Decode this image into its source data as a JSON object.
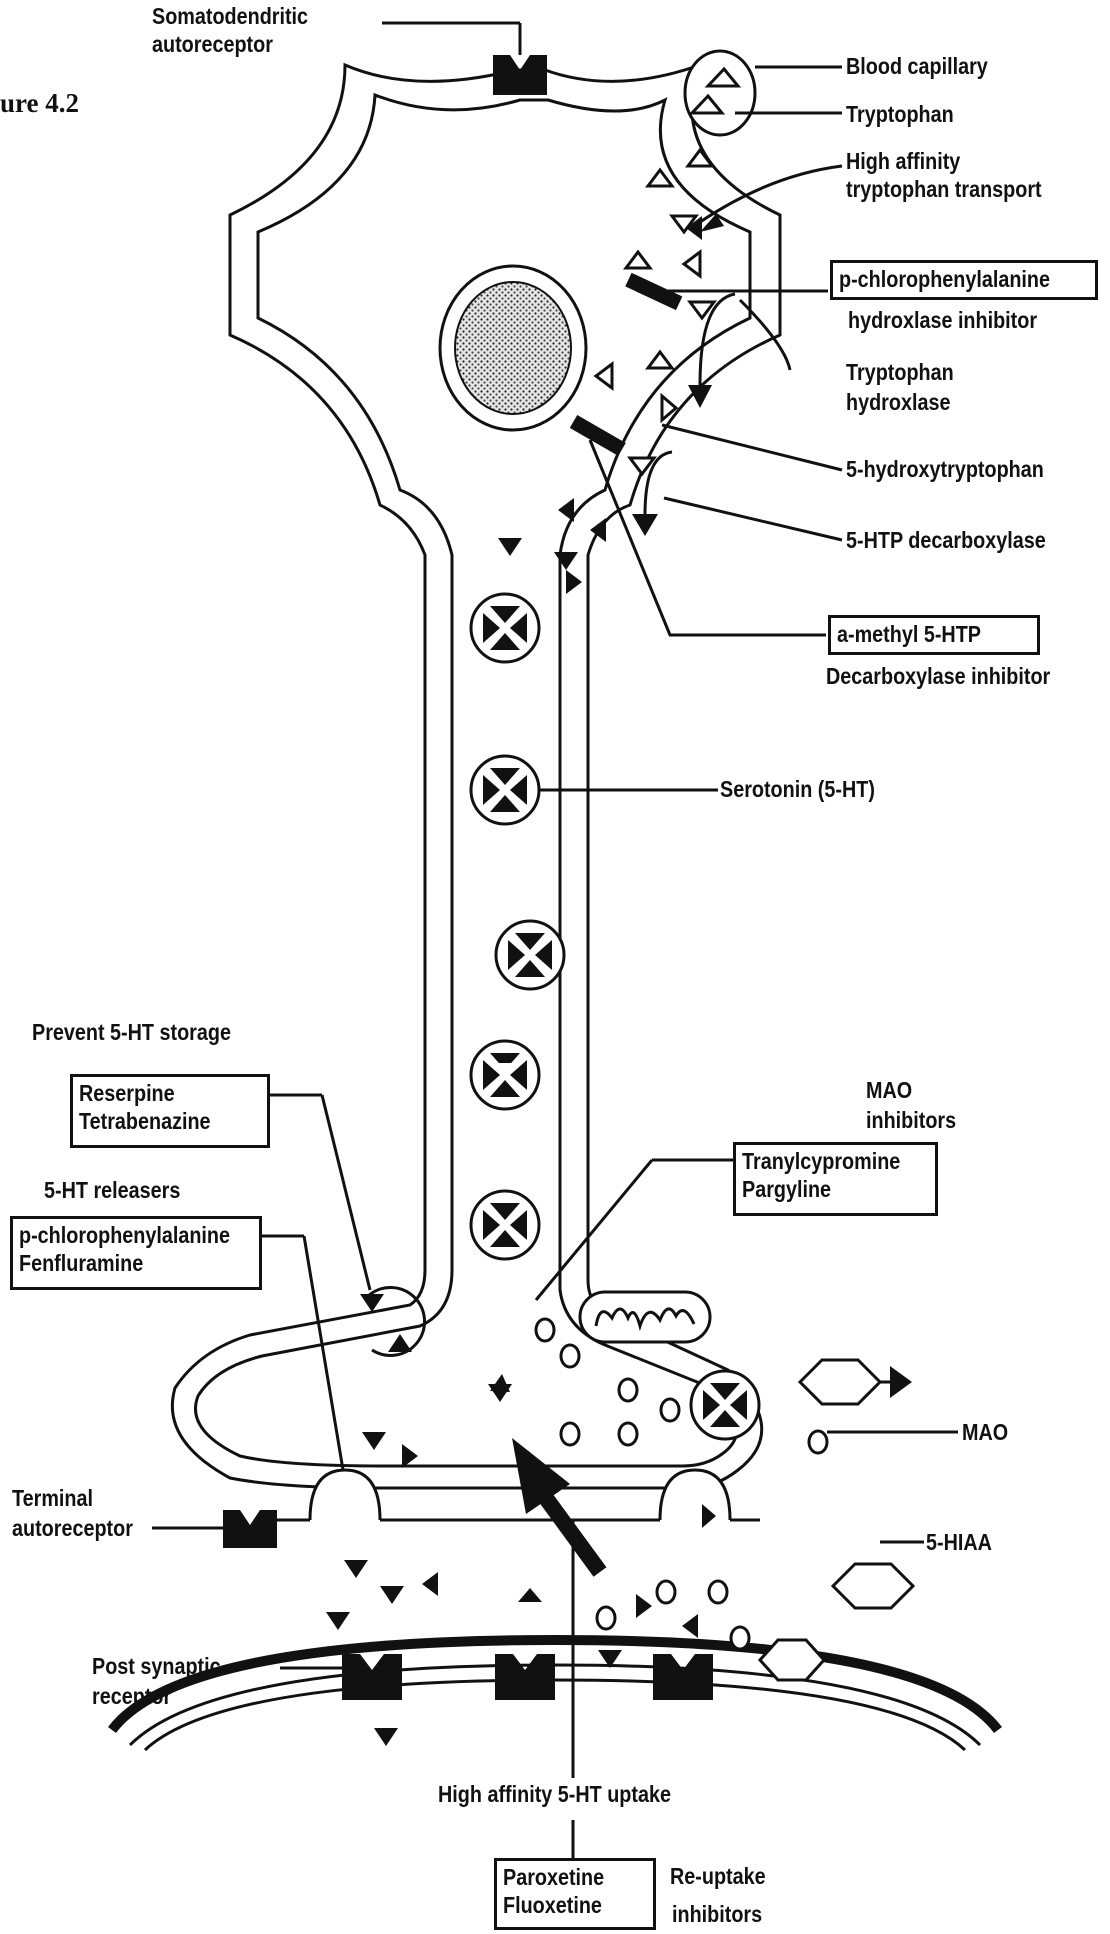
{
  "figure_label": "ure 4.2",
  "labels": {
    "somatodendritic": "Somatodendritic",
    "autoreceptor": "autoreceptor",
    "blood_capillary": "Blood capillary",
    "tryptophan": "Tryptophan",
    "high_affinity": "High affinity",
    "tryptophan_transport": "tryptophan transport",
    "pcpa_box": "p-chlorophenylalanine",
    "hydroxylase_inhibitor": "hydroxlase inhibitor",
    "tryptophan2": "Tryptophan",
    "hydroxylase": "hydroxlase",
    "five_htp": "5-hydroxytryptophan",
    "htp_decarboxylase": "5-HTP decarboxylase",
    "amethyl_box": "a-methyl 5-HTP",
    "decarboxylase_inhibitor": "Decarboxylase inhibitor",
    "serotonin": "Serotonin (5-HT)",
    "prevent_storage": "Prevent 5-HT storage",
    "reserpine": "Reserpine",
    "tetrabenazine": "Tetrabenazine",
    "releasers": "5-HT releasers",
    "pcpa2": "p-chlorophenylalanine",
    "fenfluramine": "Fenfluramine",
    "mao_heading": "MAO",
    "mao_inhibitors": "inhibitors",
    "tranylcypromine": "Tranylcypromine",
    "pargyline": "Pargyline",
    "mao": "MAO",
    "terminal": "Terminal",
    "terminal_autoreceptor": "autoreceptor",
    "five_hiaa": "5-HIAA",
    "post_synaptic": "Post synaptic",
    "receptor": "receptor",
    "uptake": "High affinity 5-HT uptake",
    "paroxetine": "Paroxetine",
    "fluoxetine": "Fluoxetine",
    "reuptake": "Re-uptake",
    "reuptake_inhibitors": "inhibitors"
  }
}
